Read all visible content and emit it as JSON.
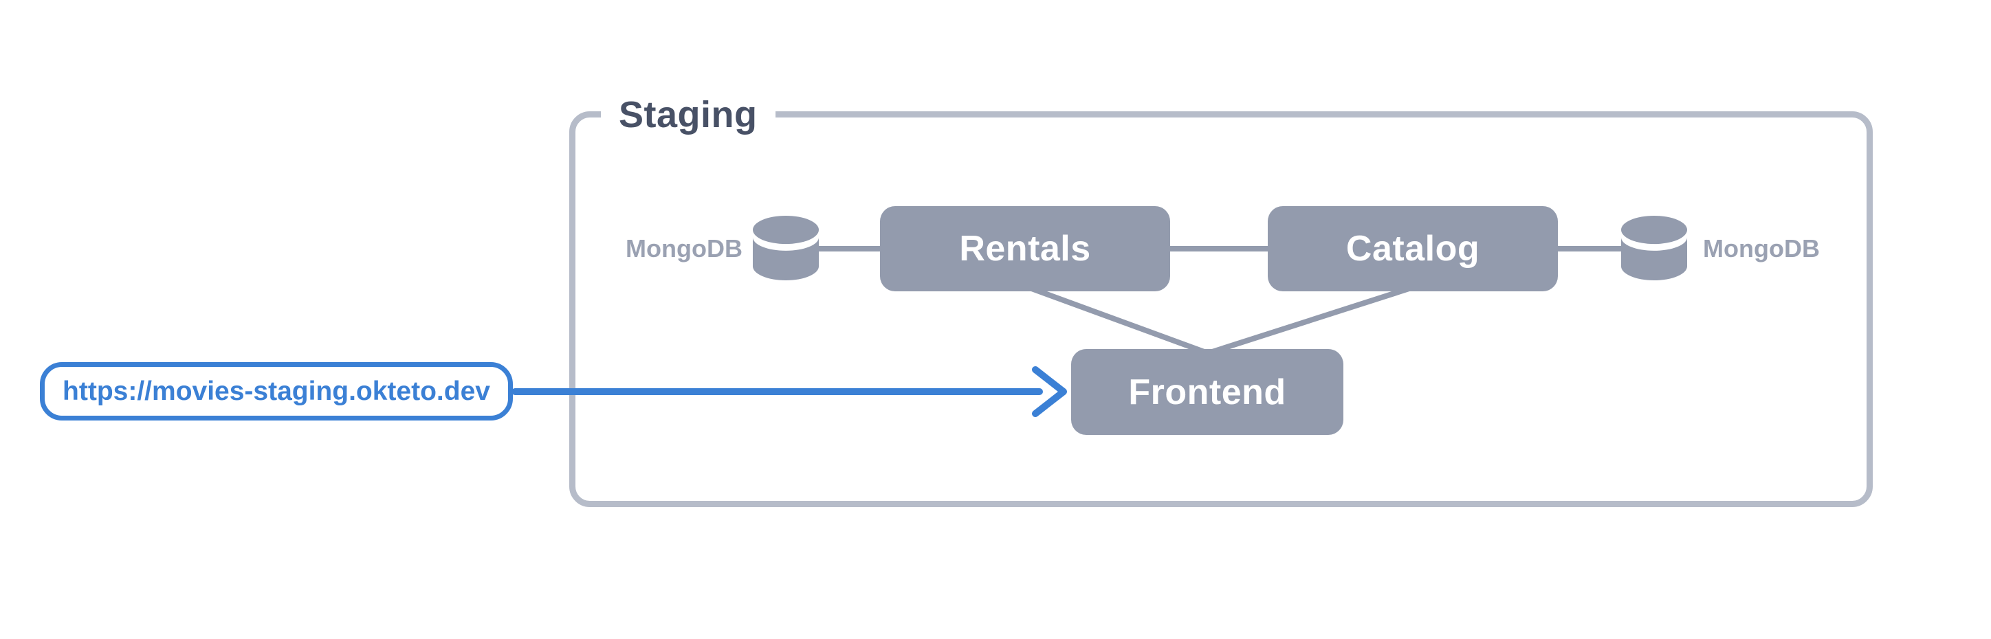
{
  "diagram": {
    "title": "Staging",
    "url_box": {
      "url": "https://movies-staging.okteto.dev"
    },
    "nodes": {
      "rentals": {
        "label": "Rentals",
        "type": "service"
      },
      "catalog": {
        "label": "Catalog",
        "type": "service"
      },
      "frontend": {
        "label": "Frontend",
        "type": "service"
      },
      "mongodb_left": {
        "label": "MongoDB",
        "type": "database",
        "icon": "database-cylinder-icon"
      },
      "mongodb_right": {
        "label": "MongoDB",
        "type": "database",
        "icon": "database-cylinder-icon"
      }
    },
    "connections": [
      {
        "from": "mongodb_left",
        "to": "rentals",
        "style": "line"
      },
      {
        "from": "rentals",
        "to": "catalog",
        "style": "line"
      },
      {
        "from": "catalog",
        "to": "mongodb_right",
        "style": "line"
      },
      {
        "from": "rentals",
        "to": "frontend",
        "style": "line"
      },
      {
        "from": "catalog",
        "to": "frontend",
        "style": "line"
      },
      {
        "from": "url_box",
        "to": "frontend",
        "style": "arrow"
      }
    ],
    "colors": {
      "node_fill": "#939bad",
      "node_text": "#ffffff",
      "connector_gray": "#939bad",
      "container_border": "#b6bcc9",
      "container_title": "#485166",
      "db_label": "#9aa1b2",
      "accent_blue": "#3b80d5",
      "background": "#ffffff"
    }
  }
}
